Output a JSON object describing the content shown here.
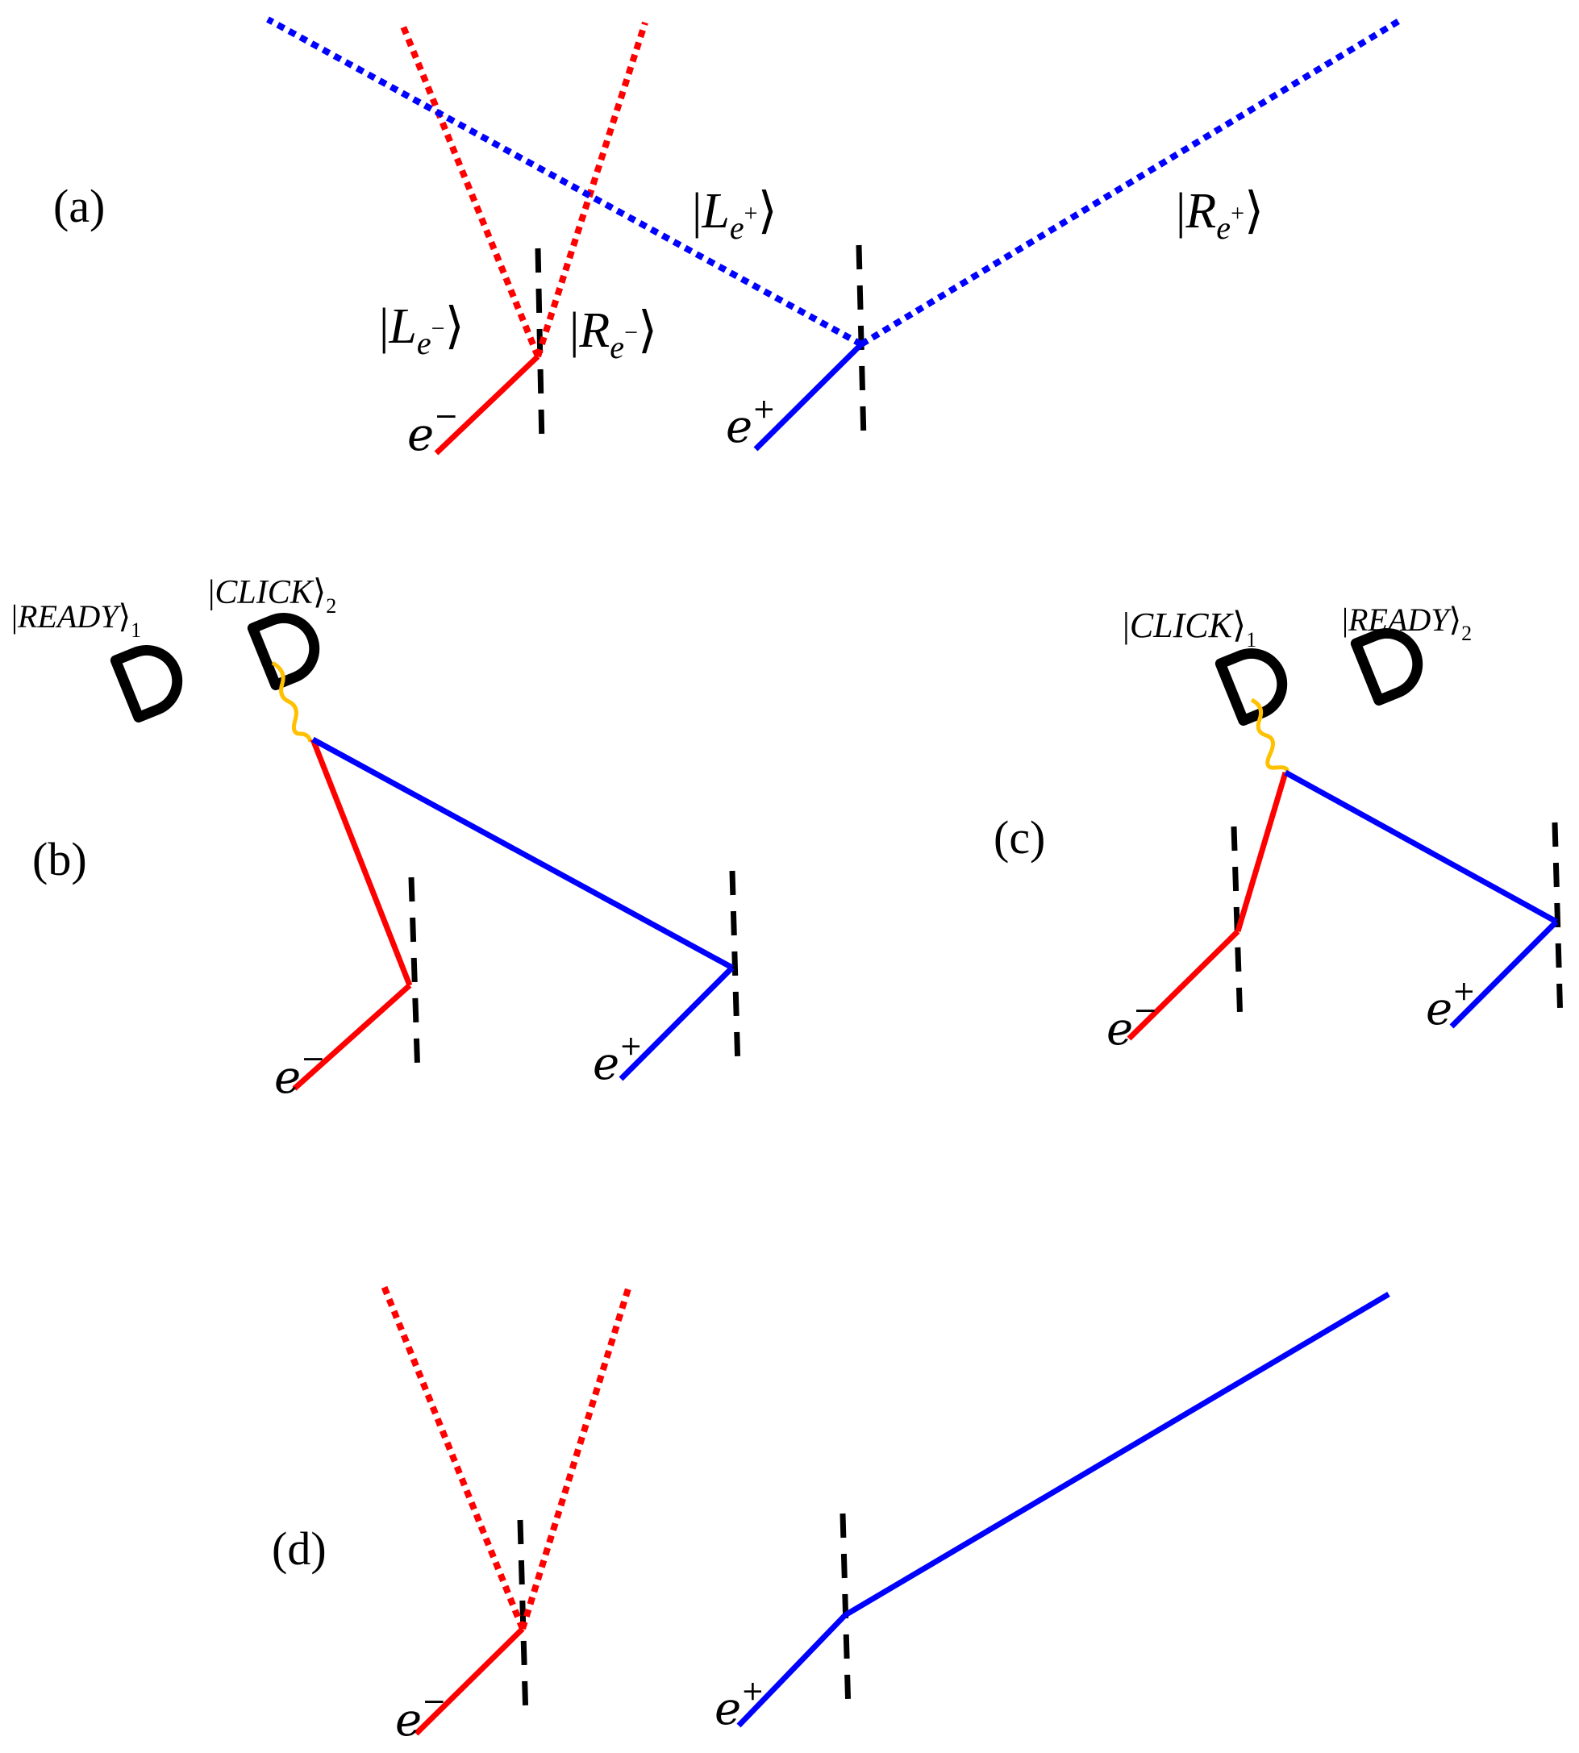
{
  "colors": {
    "electron": "#ff0000",
    "positron": "#0000ff",
    "photon": "#ffc000",
    "beam_splitter": "#000000",
    "detector": "#000000",
    "background": "#ffffff"
  },
  "panels": {
    "a": {
      "label": "(a)",
      "electron": "e",
      "electron_charge": "−",
      "positron": "e",
      "positron_charge": "+",
      "ket_L_electron": {
        "letter": "L",
        "sub": "e",
        "sup": "−"
      },
      "ket_R_electron": {
        "letter": "R",
        "sub": "e",
        "sup": "−"
      },
      "ket_L_positron": {
        "letter": "L",
        "sub": "e",
        "sup": "+"
      },
      "ket_R_positron": {
        "letter": "R",
        "sub": "e",
        "sup": "+"
      }
    },
    "b": {
      "label": "(b)",
      "electron": "e",
      "electron_charge": "−",
      "positron": "e",
      "positron_charge": "+",
      "detector1": {
        "state": "READY",
        "index": "1",
        "icon": "detector-icon"
      },
      "detector2": {
        "state": "CLICK",
        "index": "2",
        "icon": "detector-icon"
      }
    },
    "c": {
      "label": "(c)",
      "electron": "e",
      "electron_charge": "−",
      "positron": "e",
      "positron_charge": "+",
      "detector1": {
        "state": "CLICK",
        "index": "1",
        "icon": "detector-icon"
      },
      "detector2": {
        "state": "READY",
        "index": "2",
        "icon": "detector-icon"
      }
    },
    "d": {
      "label": "(d)",
      "electron": "e",
      "electron_charge": "−",
      "positron": "e",
      "positron_charge": "+"
    }
  }
}
